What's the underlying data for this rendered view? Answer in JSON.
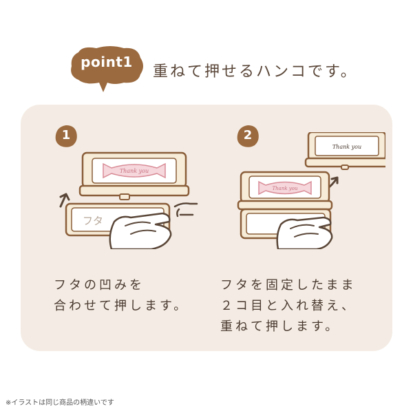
{
  "header": {
    "badge": "point1",
    "headline": "重ねて押せるハンコです。"
  },
  "steps": [
    {
      "number": "1",
      "stamp_text": "Thank you",
      "lid_text": "フタ",
      "caption": [
        "フタの凹みを",
        "合わせて押します。"
      ]
    },
    {
      "number": "2",
      "stamp_text": "Thank you",
      "stamp_text_2": "Thank you",
      "caption": [
        "フタを固定したまま",
        "２コ目と入れ替え、",
        "重ねて押します。"
      ]
    }
  ],
  "note": "※イラストは同じ商品の柄違いです",
  "colors": {
    "brown": "#9b6a3f",
    "panel": "#f4ece4",
    "outline": "#8a5e3a",
    "pink": "#d98c97"
  }
}
